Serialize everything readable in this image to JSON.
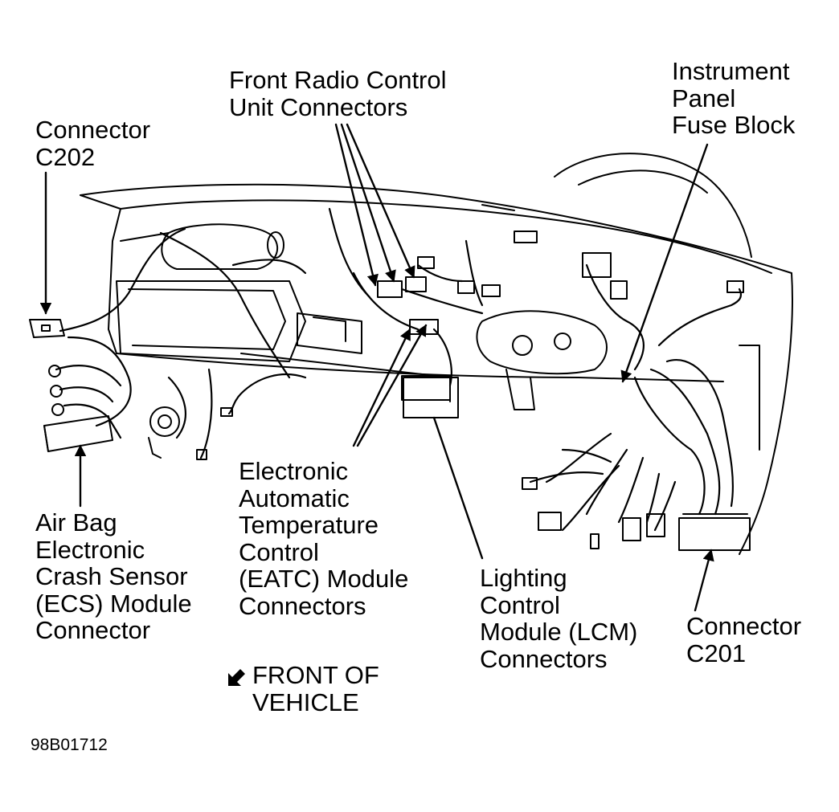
{
  "callouts": {
    "front_radio": [
      "Front Radio Control",
      "Unit Connectors"
    ],
    "c202": [
      "Connector",
      "C202"
    ],
    "fuse_block": [
      "Instrument",
      "Panel",
      "Fuse Block"
    ],
    "eatc": [
      "Electronic",
      "Automatic",
      "Temperature",
      "Control",
      "(EATC) Module",
      "Connectors"
    ],
    "airbag": [
      "Air Bag",
      "Electronic",
      "Crash Sensor",
      "(ECS) Module",
      "Connector"
    ],
    "lcm": [
      "Lighting",
      "Control",
      "Module (LCM)",
      "Connectors"
    ],
    "c201": [
      "Connector",
      "C201"
    ]
  },
  "orientation": {
    "line1": "FRONT OF",
    "line2": "VEHICLE",
    "icon": "front-direction-arrow-icon"
  },
  "figure_id": "98B01712"
}
